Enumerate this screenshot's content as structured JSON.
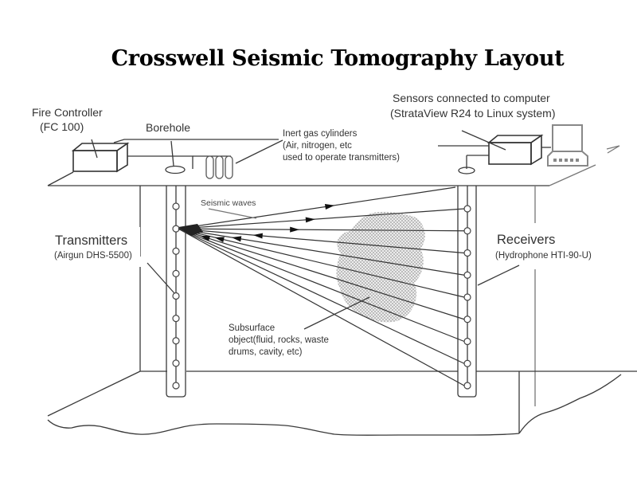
{
  "title": "Crosswell Seismic Tomography Layout",
  "labels": {
    "fire_controller": [
      "Fire Controller",
      "(FC 100)"
    ],
    "borehole": "Borehole",
    "gas_cylinders": [
      "Inert gas cylinders",
      "(Air, nitrogen, etc",
      " used to operate transmitters)"
    ],
    "sensors": [
      "Sensors connected to computer",
      "(StrataView R24 to Linux system)"
    ],
    "seismic_waves": "Seismic waves",
    "transmitters": [
      "Transmitters",
      "(Airgun DHS-5500)"
    ],
    "receivers": [
      "Receivers",
      "(Hydrophone HTI-90-U)"
    ],
    "subsurface_object": [
      "Subsurface",
      "object(fluid, rocks, waste",
      "drums, cavity, etc)"
    ]
  },
  "components": {
    "transmitter_borehole": {
      "sensor_count": 9,
      "active_source_index": 1
    },
    "receiver_borehole": {
      "sensor_count": 9
    },
    "gas_cylinder_count": 3,
    "ray_count": 10,
    "arrows_on_rays": 6
  },
  "colors": {
    "line": "#333333",
    "anomaly_fill": "#bdbdbd",
    "background": "#ffffff"
  }
}
